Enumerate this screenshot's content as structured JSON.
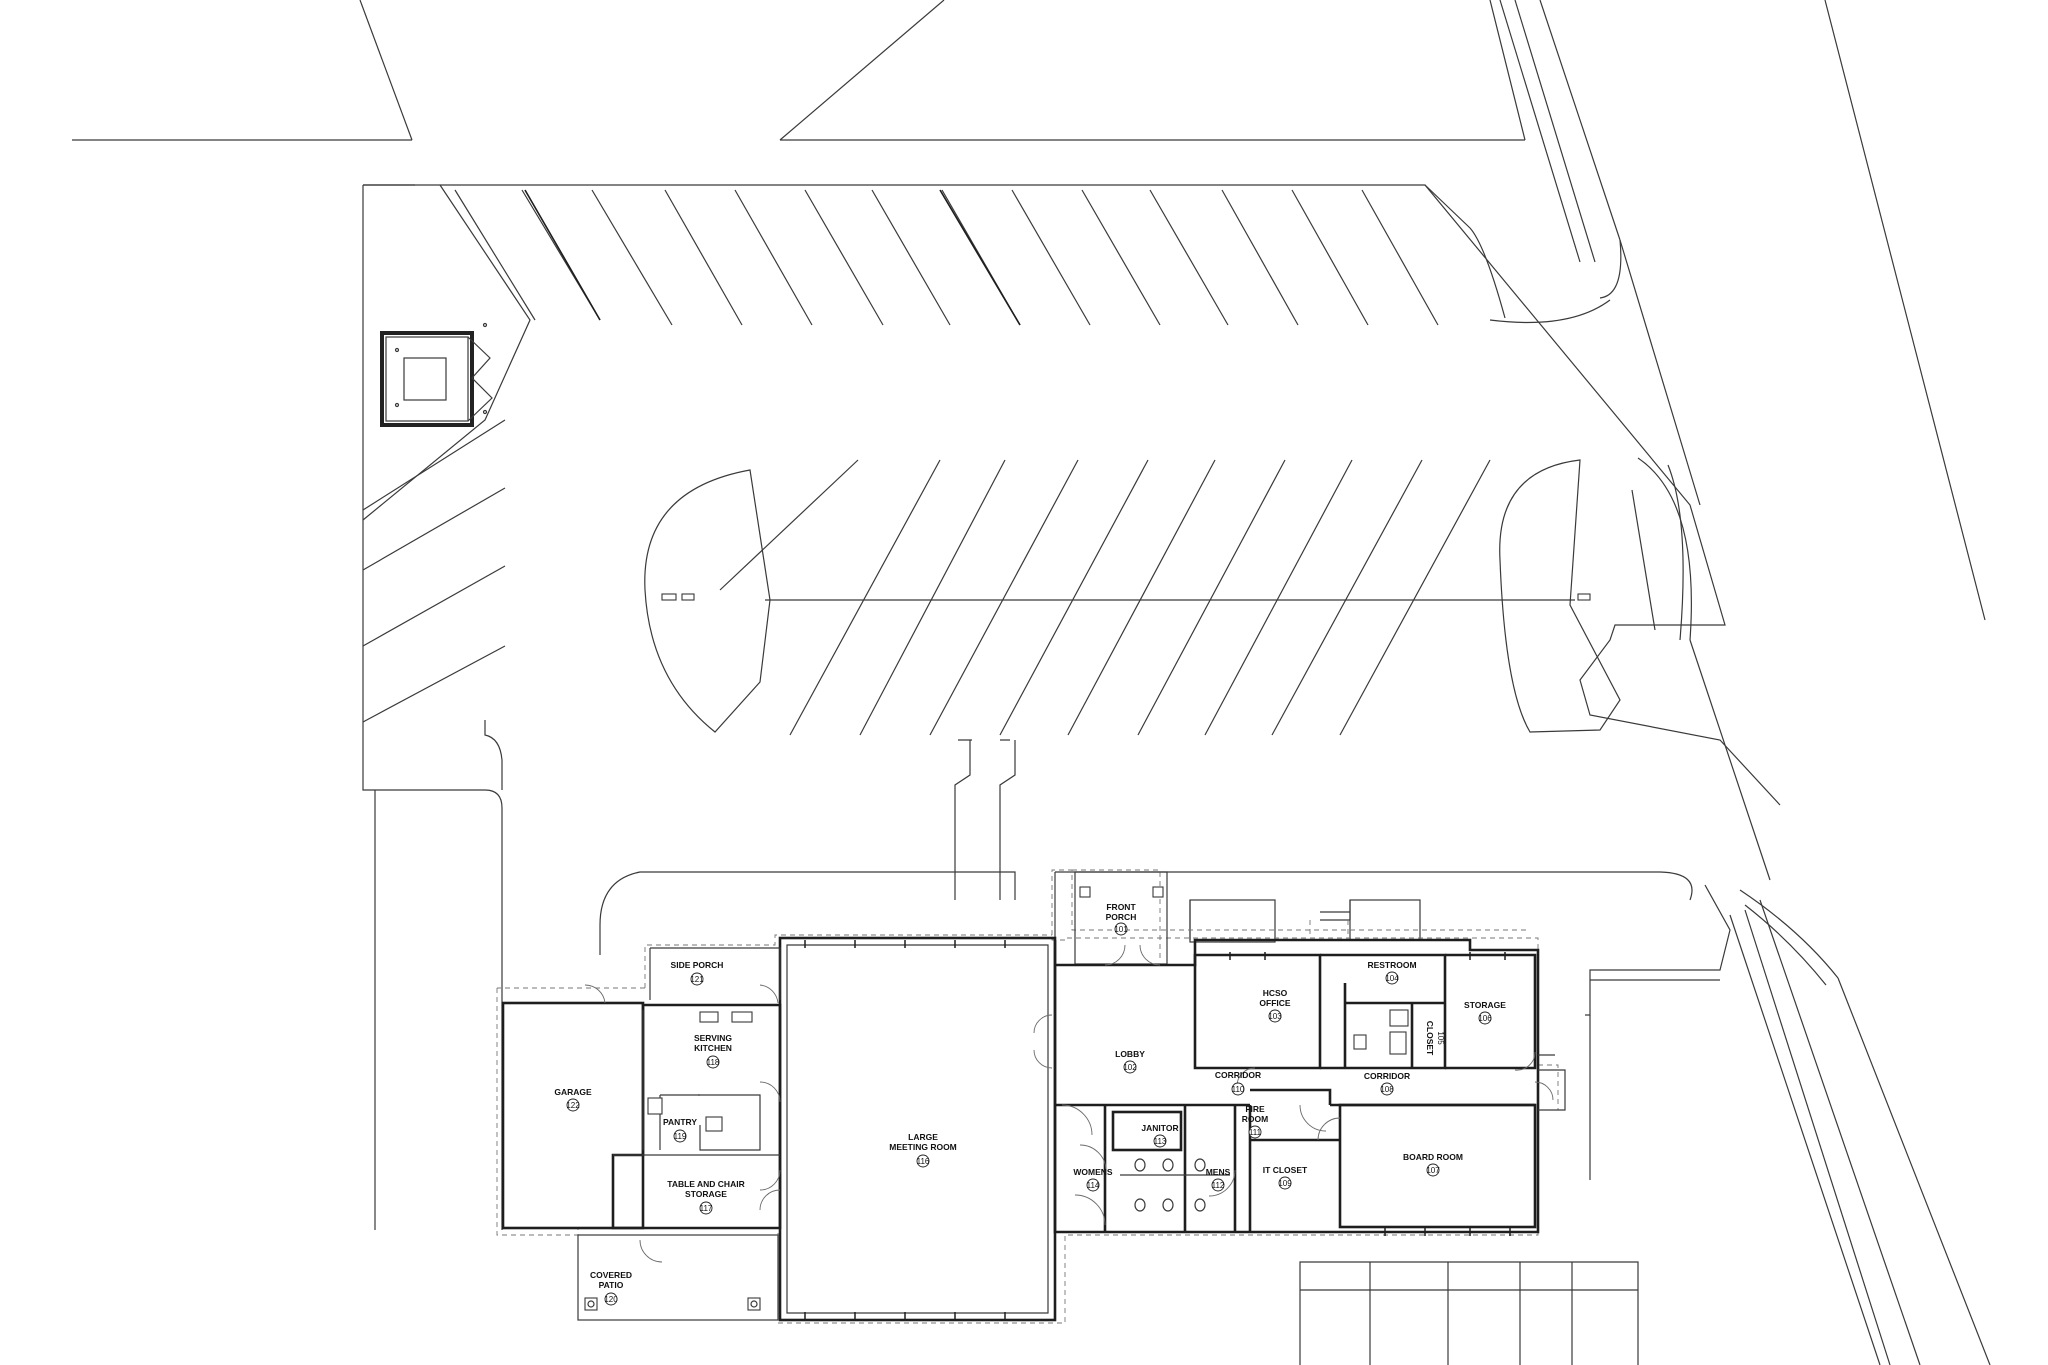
{
  "rooms": [
    {
      "id": "front-porch",
      "lines": [
        "FRONT",
        "PORCH"
      ],
      "number": "101"
    },
    {
      "id": "lobby",
      "lines": [
        "LOBBY"
      ],
      "number": "102"
    },
    {
      "id": "hcso-office",
      "lines": [
        "HCSO",
        "OFFICE"
      ],
      "number": "103"
    },
    {
      "id": "restroom",
      "lines": [
        "RESTROOM"
      ],
      "number": "104"
    },
    {
      "id": "closet",
      "lines": [
        "CLOSET"
      ],
      "number": "105"
    },
    {
      "id": "storage",
      "lines": [
        "STORAGE"
      ],
      "number": "106"
    },
    {
      "id": "board-room",
      "lines": [
        "BOARD ROOM"
      ],
      "number": "107"
    },
    {
      "id": "corridor-108",
      "lines": [
        "CORRIDOR"
      ],
      "number": "108"
    },
    {
      "id": "it-closet",
      "lines": [
        "IT CLOSET"
      ],
      "number": "109"
    },
    {
      "id": "corridor-110",
      "lines": [
        "CORRIDOR"
      ],
      "number": "110"
    },
    {
      "id": "fire-room",
      "lines": [
        "FIRE",
        "ROOM"
      ],
      "number": "111"
    },
    {
      "id": "mens",
      "lines": [
        "MENS"
      ],
      "number": "112"
    },
    {
      "id": "janitor",
      "lines": [
        "JANITOR"
      ],
      "number": "113"
    },
    {
      "id": "womens",
      "lines": [
        "WOMENS"
      ],
      "number": "114"
    },
    {
      "id": "large-meeting",
      "lines": [
        "LARGE",
        "MEETING ROOM"
      ],
      "number": "116"
    },
    {
      "id": "table-storage",
      "lines": [
        "TABLE AND CHAIR",
        "STORAGE"
      ],
      "number": "117"
    },
    {
      "id": "serving-kitchen",
      "lines": [
        "SERVING",
        "KITCHEN"
      ],
      "number": "118"
    },
    {
      "id": "pantry",
      "lines": [
        "PANTRY"
      ],
      "number": "119"
    },
    {
      "id": "covered-patio",
      "lines": [
        "COVERED",
        "PATIO"
      ],
      "number": "120"
    },
    {
      "id": "side-porch",
      "lines": [
        "SIDE PORCH"
      ],
      "number": "121"
    },
    {
      "id": "garage",
      "lines": [
        "GARAGE"
      ],
      "number": "122"
    }
  ]
}
